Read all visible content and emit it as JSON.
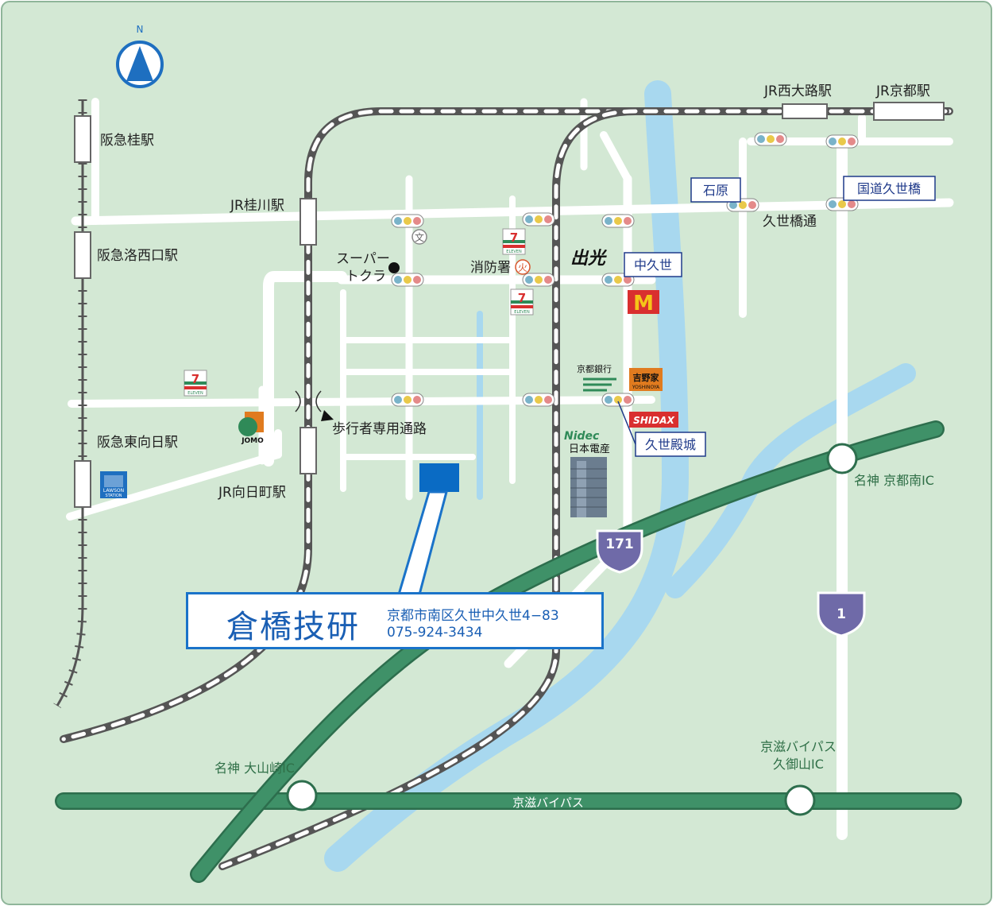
{
  "compass": "N",
  "stations": {
    "hankyu_katsura": "阪急桂駅",
    "hankyu_rakusaiguchi": "阪急洛西口駅",
    "hankyu_higashimuko": "阪急東向日駅",
    "jr_katsuragawa": "JR桂川駅",
    "jr_mukomachi": "JR向日町駅",
    "jr_nishioji": "JR西大路駅",
    "jr_kyoto": "JR京都駅"
  },
  "intersections": {
    "ishihara": "石原",
    "kokudo_kuzebashi": "国道久世橋",
    "nakakuze": "中久世",
    "kuze_tonosiro": "久世殿城"
  },
  "streets": {
    "kuzebashi_dori": "久世橋通",
    "pedestrian_path": "歩行者専用通路",
    "keiji_bypass": "京滋バイパス"
  },
  "ic": {
    "meishin_kyoto_minami": "名神 京都南IC",
    "meishin_oyamazaki": "名神 大山崎IC",
    "keiji_kuzeyama_line1": "京滋バイパス",
    "keiji_kuzeyama_line2": "久御山IC"
  },
  "routes": {
    "r171": "171",
    "r1": "1"
  },
  "landmarks": {
    "supermarket_line1": "スーパー",
    "supermarket_line2": "トクラ",
    "fire_station": "消防署",
    "fire_symbol": "火",
    "school_symbol": "文",
    "kyoto_bank": "京都銀行",
    "nidec_logo": "Nidec",
    "nidec_name": "日本電産",
    "yoshinoya_logo": "吉野家",
    "yoshinoya_sub": "YOSHINOYA",
    "shidax": "SHIDAX",
    "jomo": "JOMO",
    "lawson_line1": "LAWSON",
    "lawson_line2": "STATION",
    "seven_eleven": "ELEVEN",
    "seven_number": "7",
    "idemitsu": "出光"
  },
  "destination": {
    "name": "倉橋技研",
    "address": "京都市南区久世中久世4−83",
    "tel": "075-924-3434"
  },
  "colors": {
    "background": "#d3e8d4",
    "road": "#ffffff",
    "river": "#a8d8ef",
    "expressway": "#3d8a62",
    "railway": "#555555",
    "destination": "#0a6bc4",
    "route_shield": "#6f6aa8"
  }
}
